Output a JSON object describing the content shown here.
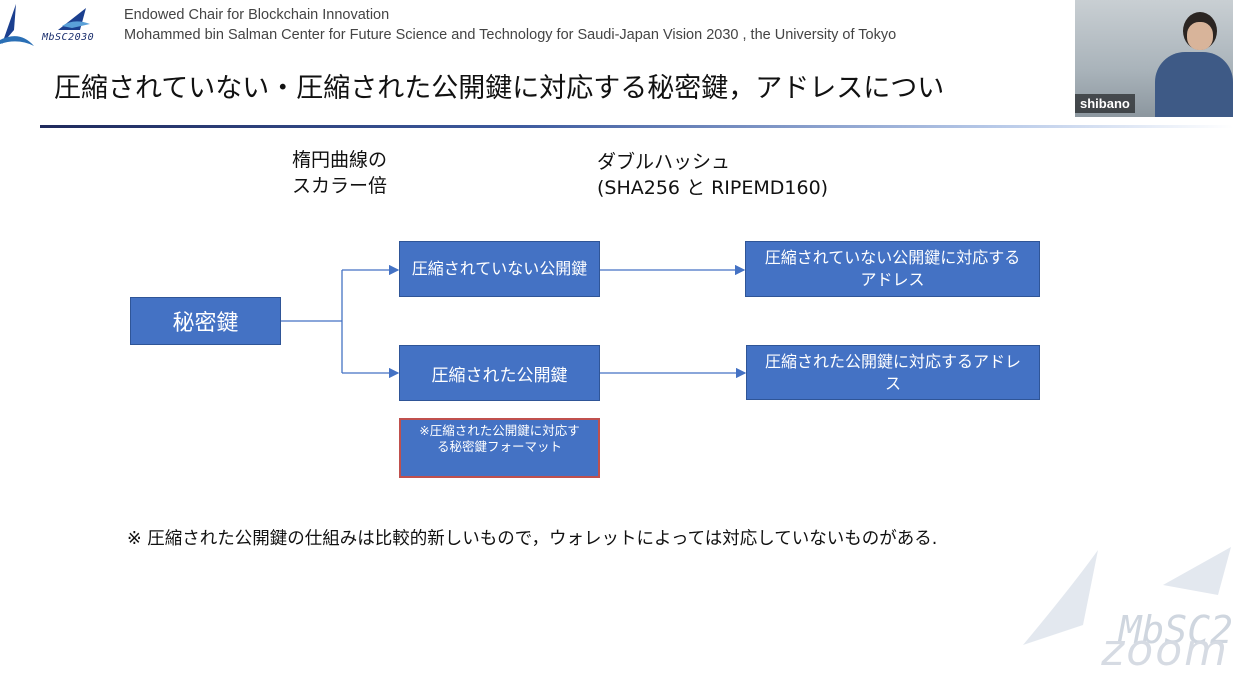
{
  "header": {
    "logo_text": "MbSC2030",
    "line1": "Endowed Chair for Blockchain Innovation",
    "line2": "Mohammed bin Salman Center for Future Science and Technology for Saudi-Japan Vision 2030 , the University of Tokyo"
  },
  "slide": {
    "title": "圧縮されていない・圧縮された公開鍵に対応する秘密鍵，アドレスについ",
    "label_scalar_line1": "楕円曲線の",
    "label_scalar_line2": "スカラー倍",
    "label_hash_line1": "ダブルハッシュ",
    "label_hash_line2": "(SHA256 と RIPEMD160)",
    "private_key": "秘密鍵",
    "uncompressed_pubkey": "圧縮されていない公開鍵",
    "compressed_pubkey": "圧縮された公開鍵",
    "uncompressed_address": "圧縮されていない公開鍵に対応するアドレス",
    "compressed_address": "圧縮された公開鍵に対応するアドレス",
    "note_box": "※圧縮された公開鍵に対応する秘密鍵フォーマット",
    "footnote": "※ 圧縮された公開鍵の仕組みは比較的新しいもので，ウォレットによっては対応していないものがある."
  },
  "video": {
    "participant_name": "shibano"
  },
  "watermarks": {
    "mbsc": "MbSC2",
    "zoom": "zoom"
  },
  "colors": {
    "box_fill": "#4472c4",
    "box_border": "#2f5597",
    "note_border": "#c0504d",
    "connector": "#4472c4"
  }
}
